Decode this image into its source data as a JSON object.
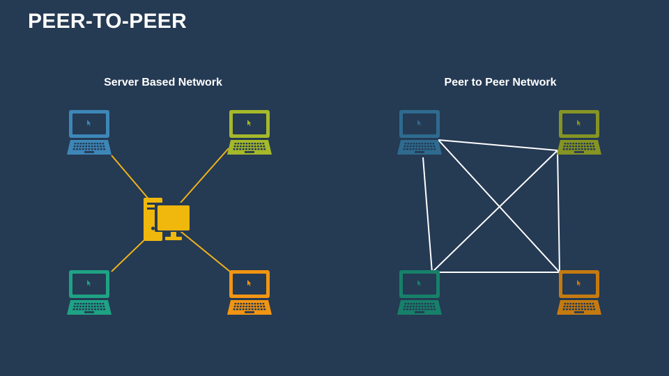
{
  "title": "PEER-TO-PEER",
  "diagrams": [
    {
      "heading": "Server Based Network",
      "center": "desktop-computer-icon",
      "line_color": "#f0b31c",
      "nodes": [
        {
          "name": "laptop-top-left",
          "color": "#3d87b8"
        },
        {
          "name": "laptop-top-right",
          "color": "#a5b92a"
        },
        {
          "name": "laptop-bottom-left",
          "color": "#1ea384"
        },
        {
          "name": "laptop-bottom-right",
          "color": "#f29512"
        }
      ]
    },
    {
      "heading": "Peer to Peer Network",
      "line_color": "#ffffff",
      "nodes": [
        {
          "name": "laptop-top-left",
          "color": "#2e6b8f"
        },
        {
          "name": "laptop-top-right",
          "color": "#859423"
        },
        {
          "name": "laptop-bottom-left",
          "color": "#17806a"
        },
        {
          "name": "laptop-bottom-right",
          "color": "#c57a10"
        }
      ]
    }
  ],
  "server_color": "#f0b80d"
}
